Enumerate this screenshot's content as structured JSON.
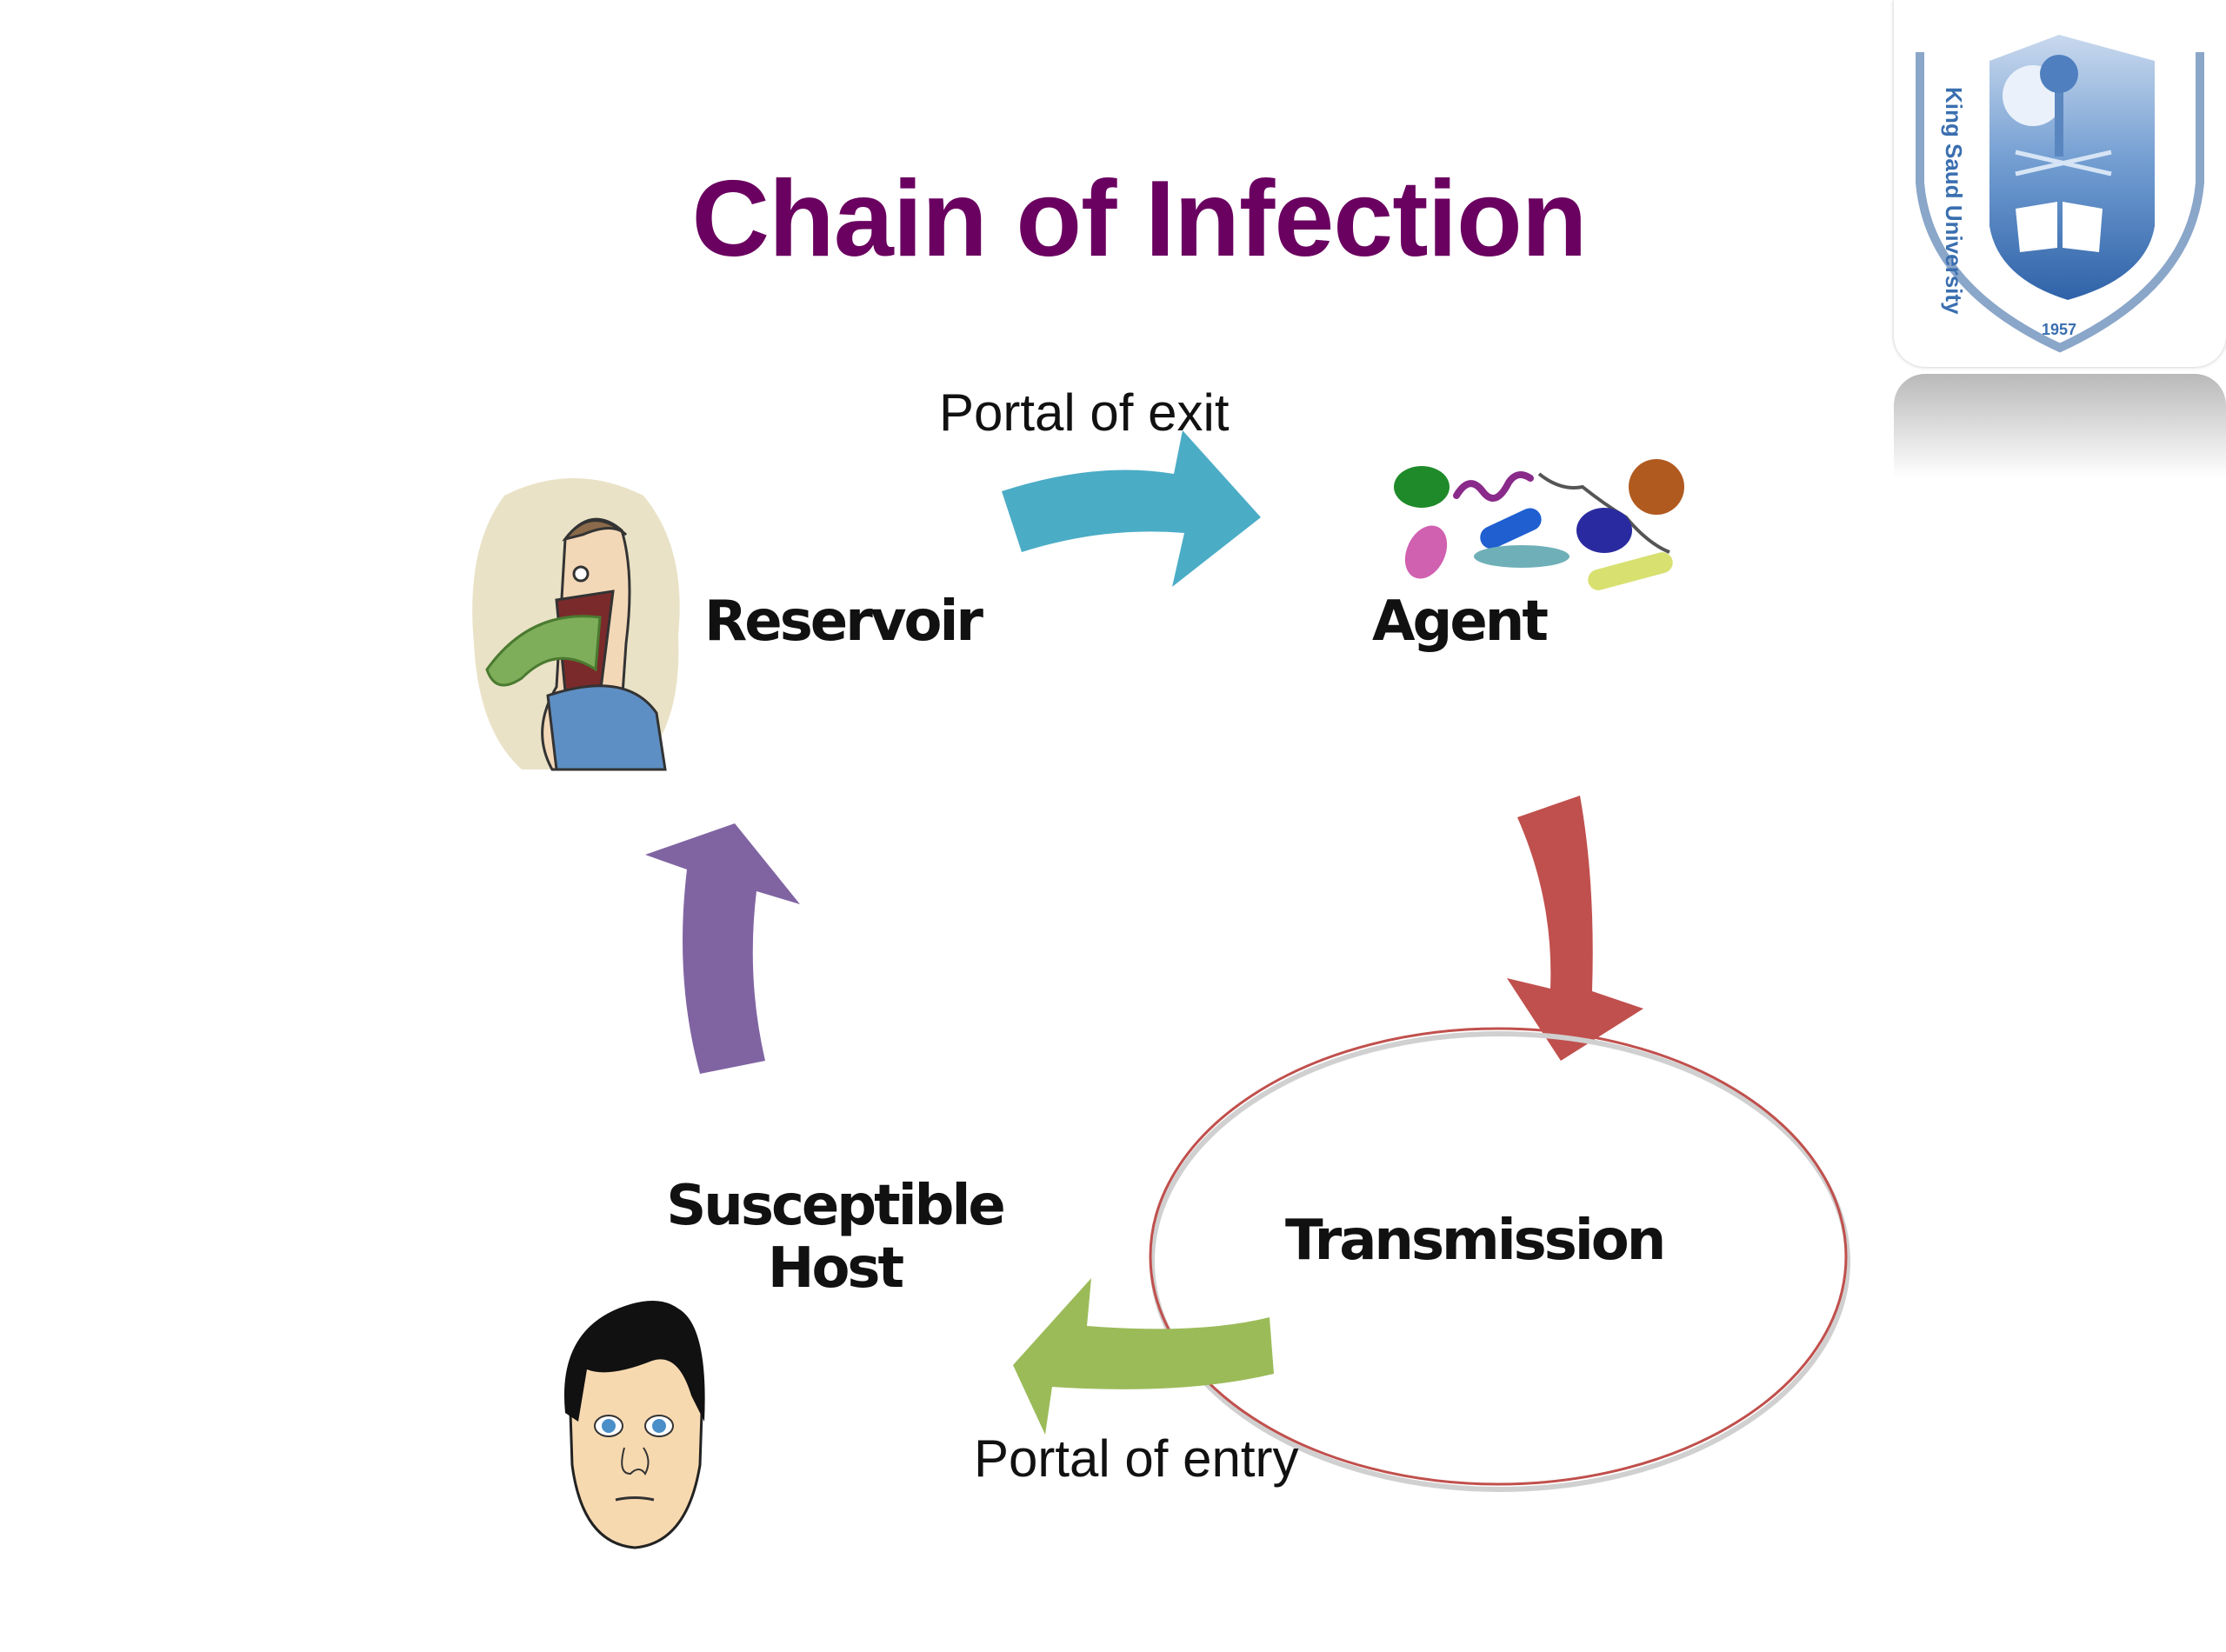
{
  "slide": {
    "title": "Chain of Infection",
    "title_color": "#6a0060"
  },
  "nodes": {
    "reservoir": {
      "label": "Reservoir",
      "image": "vomiting-man-illustration"
    },
    "agent": {
      "label": "Agent",
      "image": "microorganisms-illustration"
    },
    "transmission": {
      "label": "Transmission"
    },
    "susceptible_host": {
      "label_line1": "Susceptible",
      "label_line2": "Host",
      "image": "sad-man-face-illustration"
    }
  },
  "links": {
    "portal_of_exit": {
      "label": "Portal of exit",
      "color": "#4bacc6",
      "from": "Reservoir",
      "to": "Agent"
    },
    "agent_to_transmission": {
      "color": "#c0504d",
      "from": "Agent",
      "to": "Transmission"
    },
    "portal_of_entry": {
      "label": "Portal of entry",
      "color": "#9bbb59",
      "from": "Transmission",
      "to": "Susceptible Host"
    },
    "host_to_reservoir": {
      "color": "#8064a2",
      "from": "Susceptible Host",
      "to": "Reservoir"
    }
  },
  "highlight": {
    "shape": "ellipse",
    "around": "Transmission",
    "color": "#c0504d"
  },
  "logo": {
    "name": "King Saud University",
    "year": "1957",
    "color": "#3a6fb0"
  }
}
